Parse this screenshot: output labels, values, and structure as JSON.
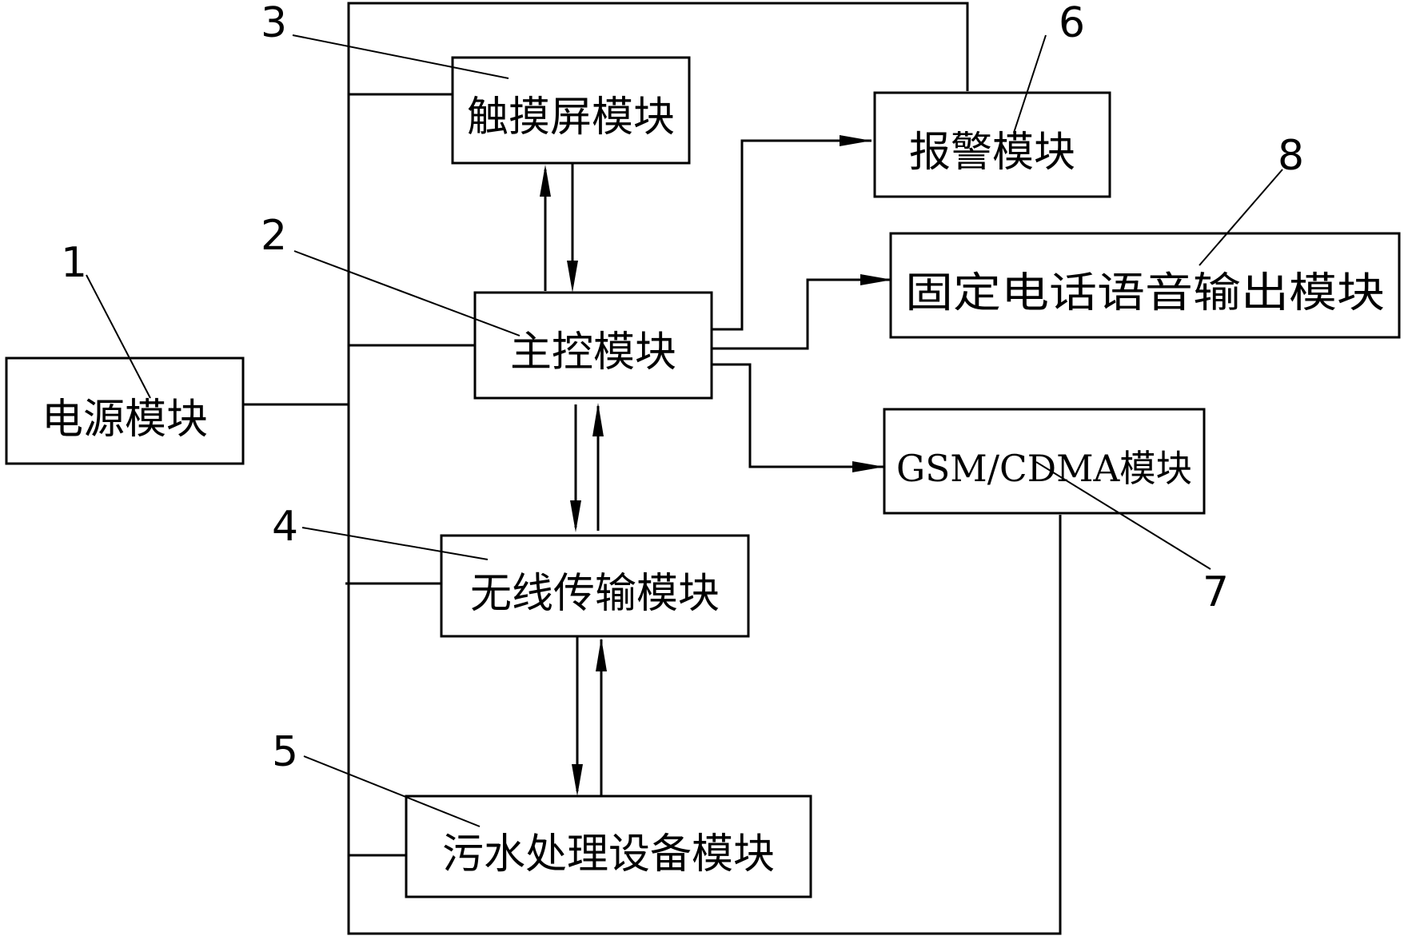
{
  "modules": {
    "power": "电源模块",
    "touch": "触摸屏模块",
    "main": "主控模块",
    "wireless": "无线传输模块",
    "sewage": "污水处理设备模块",
    "alarm": "报警模块",
    "phone": "固定电话语音输出模块",
    "gsm": "GSM/CDMA模块"
  },
  "labels": {
    "n1": "1",
    "n2": "2",
    "n3": "3",
    "n4": "4",
    "n5": "5",
    "n6": "6",
    "n7": "7",
    "n8": "8"
  }
}
